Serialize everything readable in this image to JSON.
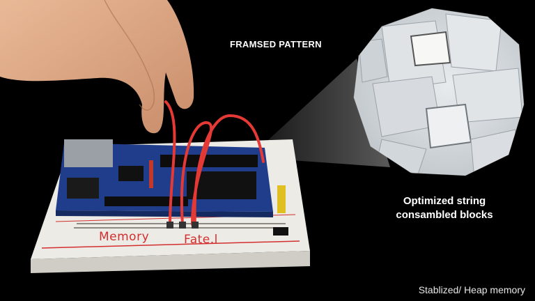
{
  "captions": {
    "title": "FRAMSED PATTERN",
    "side_line1": "Optimized string",
    "side_line2": "consambled blocks",
    "footer": "Stablized/ Heap memory"
  },
  "breadboard": {
    "label_left": "Memory",
    "label_right": "Fate.l"
  },
  "icons": {
    "hand": "hand-icon",
    "board": "microcontroller-board-icon",
    "blocks": "white-blocks-pattern-icon"
  },
  "colors": {
    "background": "#000000",
    "wire": "#e53935",
    "board_pcb": "#1f3d8a",
    "breadboard": "#f2f0ec",
    "label_red": "#d32f2f"
  }
}
